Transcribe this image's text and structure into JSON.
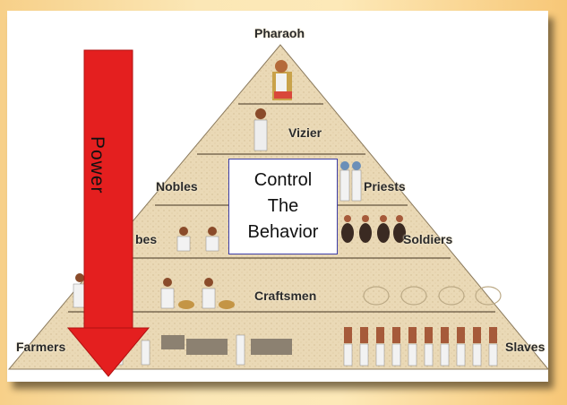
{
  "diagram": {
    "title": "",
    "tiers": [
      {
        "id": "pharaoh",
        "labels": [
          "Pharaoh"
        ]
      },
      {
        "id": "vizier",
        "labels": [
          "Vizier"
        ]
      },
      {
        "id": "nobles-priests",
        "labels": [
          "Nobles",
          "Priests"
        ]
      },
      {
        "id": "scribes-soldiers",
        "labels": [
          "bes",
          "Soldiers"
        ]
      },
      {
        "id": "craftsmen",
        "labels": [
          "Craftsmen"
        ]
      },
      {
        "id": "farmers-slaves",
        "labels": [
          "Farmers",
          "Slaves"
        ]
      }
    ],
    "arrow": {
      "label": "Power",
      "direction": "down",
      "color": "#e41f1f"
    },
    "callout": {
      "lines": [
        "Control",
        "The",
        "Behavior"
      ]
    }
  },
  "colors": {
    "background_left": "#f7d089",
    "background_right": "#f7c777",
    "pyramid_fill": "#ead9b6",
    "pyramid_line": "#7a6a52",
    "callout_border": "#3d3da6"
  }
}
